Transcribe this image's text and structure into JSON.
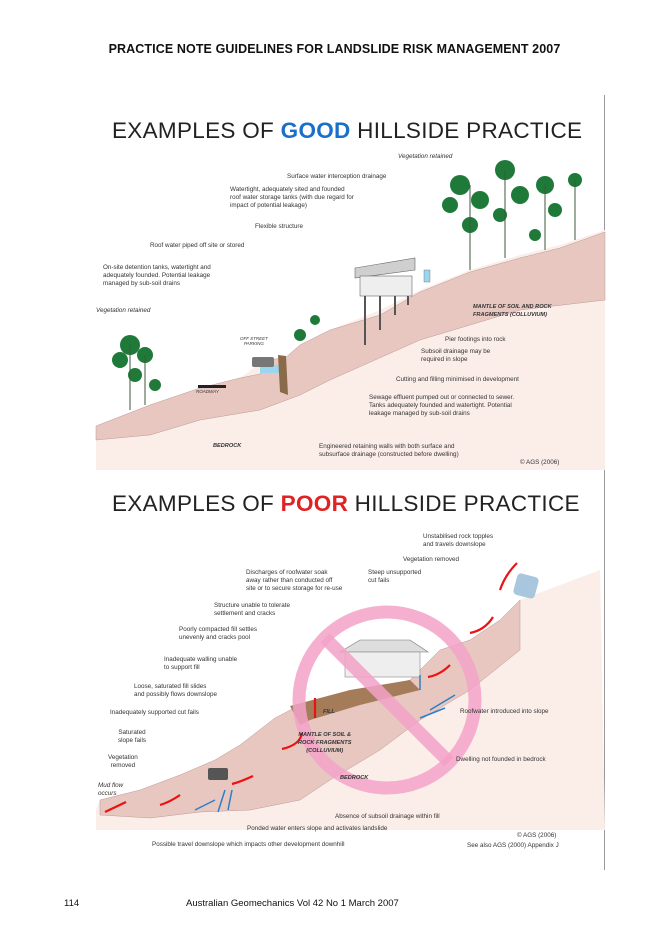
{
  "header": {
    "title": "PRACTICE NOTE GUIDELINES FOR LANDSLIDE RISK MANAGEMENT 2007"
  },
  "good": {
    "title_pre": "EXAMPLES OF ",
    "title_key": "GOOD",
    "title_post": " HILLSIDE PRACTICE",
    "labels": {
      "veg_right": "Vegetation retained",
      "surface_water": "Surface water interception drainage",
      "tanks": [
        "Watertight, adequately sited and founded",
        "roof water storage tanks (with due regard for",
        "impact of potential leakage)"
      ],
      "flexible": "Flexible structure",
      "roof_water": "Roof water piped off site or stored",
      "detention": [
        "On-site detention tanks, watertight and",
        "adequately founded.  Potential leakage",
        "managed by sub-soil drains"
      ],
      "veg_left": "Vegetation retained",
      "mantle": [
        "MANTLE OF SOIL AND ROCK",
        "FRAGMENTS (COLLUVIUM)"
      ],
      "parking": [
        "OFF STREET",
        "PARKING"
      ],
      "pier": "Pier footings into rock",
      "subsoil": [
        "Subsoil drainage may be",
        "required in slope"
      ],
      "cutting": "Cutting and filling minimised in development",
      "sewage": [
        "Sewage effluent pumped out or connected to sewer.",
        "Tanks adequately founded and watertight.  Potential",
        "leakage managed by sub-soil drains"
      ],
      "roadway": "ROADWAY",
      "bedrock": "BEDROCK",
      "retaining": [
        "Engineered retaining walls with both surface and",
        "subsurface drainage (constructed before dwelling)"
      ],
      "copyright": "© AGS (2006)"
    }
  },
  "poor": {
    "title_pre": "EXAMPLES OF ",
    "title_key": "POOR",
    "title_post": " HILLSIDE PRACTICE",
    "labels": {
      "rock": [
        "Unstabilised rock topples",
        "and travels downslope"
      ],
      "veg_removed_top": "Vegetation removed",
      "discharges": [
        "Discharges of  roofwater soak",
        "away rather than conducted off",
        "site or to secure storage for re-use"
      ],
      "steep_cut": [
        "Steep unsupported",
        "cut fails"
      ],
      "structure": [
        "Structure unable to tolerate",
        "settlement and cracks"
      ],
      "poorly_compacted": [
        "Poorly compacted fill settles",
        "unevenly and cracks pool"
      ],
      "walling": [
        "Inadequate walling unable",
        "to support fill"
      ],
      "loose_fill": [
        "Loose, saturated fill slides",
        "and possibly flows downslope"
      ],
      "cut_fails": "Inadequately supported cut fails",
      "fill": "FILL",
      "roofwater": "Roofwater introduced into slope",
      "saturated": [
        "Saturated",
        "slope fails"
      ],
      "mantle": [
        "MANTLE OF SOIL &",
        "ROCK FRAGMENTS",
        "(COLLUVIUM)"
      ],
      "veg_removed": [
        "Vegetation",
        "removed"
      ],
      "dwelling": "Dwelling not founded in bedrock",
      "bedrock": "BEDROCK",
      "mud": [
        "Mud flow",
        "occurs"
      ],
      "absence": "Absence of subsoil drainage within fill",
      "ponded": "Ponded water enters slope and activates landslide",
      "copyright": "© AGS (2006)",
      "travel": "Possible travel downslope which impacts other development downhill",
      "see_also": "See also AGS (2000) Appendix J"
    }
  },
  "footer": {
    "page": "114",
    "journal": "Australian Geomechanics Vol 42 No 1 March 2007"
  }
}
